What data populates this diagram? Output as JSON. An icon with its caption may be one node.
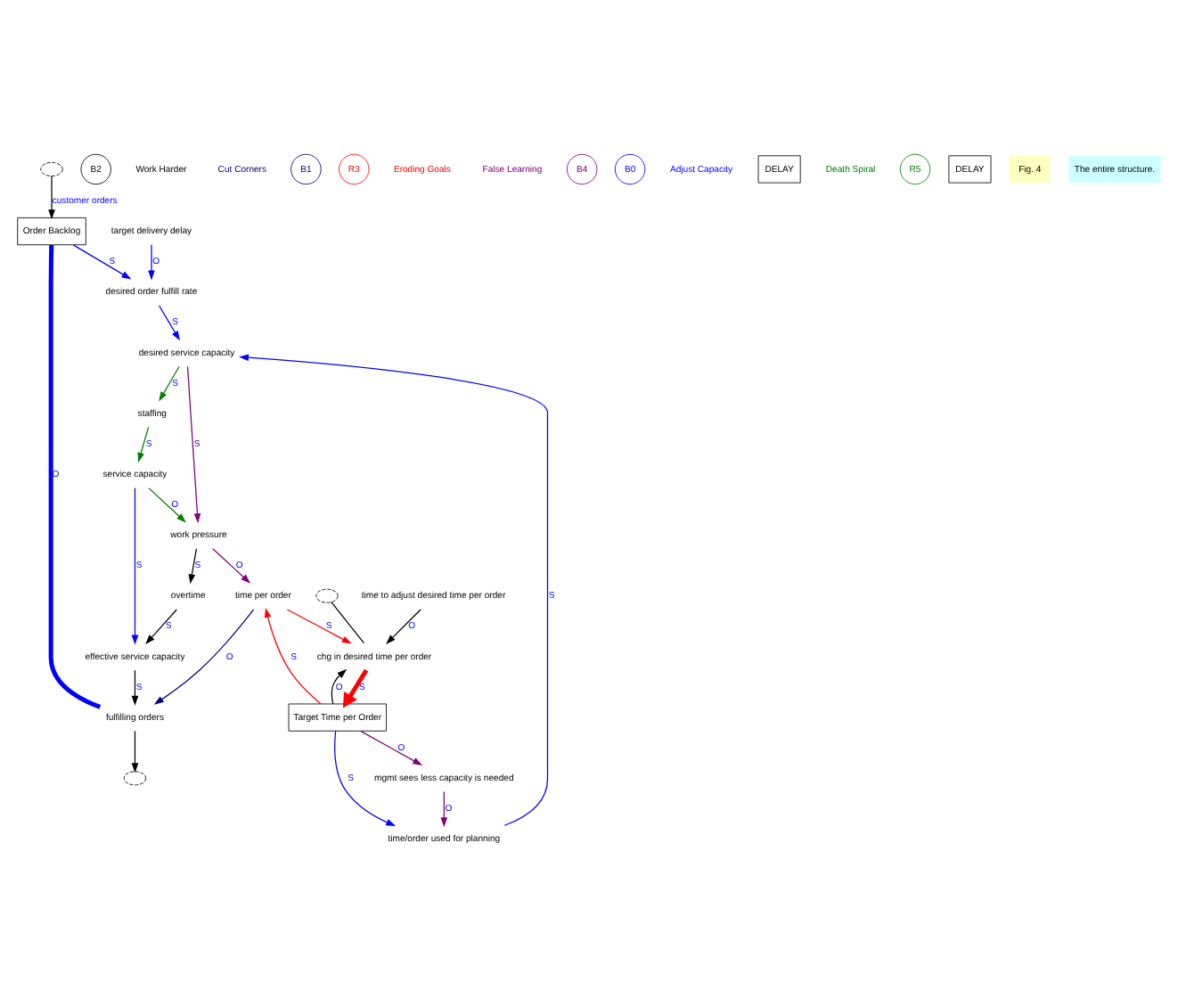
{
  "diagram": {
    "nodes": [
      {
        "text": [],
        "shape": "cloud"
      },
      {
        "text": [
          "Order Backlog"
        ]
      },
      {
        "text": [],
        "shape": "cloud"
      },
      {
        "text": [
          "target delivery delay"
        ]
      },
      {
        "text": [
          "desired order fulfill rate"
        ]
      },
      {
        "text": [
          "fulfilling orders"
        ]
      },
      {
        "text": [
          "time to adjust desired time per order"
        ]
      },
      {
        "text": [
          "Target Time per Order"
        ]
      },
      {
        "text": [
          "chg in desired time per order"
        ]
      },
      {
        "text": [],
        "shape": "cloud"
      },
      {
        "text": [
          "time/order used for planning"
        ]
      },
      {
        "text": [
          "mgmt sees less capacity is needed"
        ]
      },
      {
        "text": [
          "time per order"
        ]
      },
      {
        "text": [
          "desired service capacity"
        ]
      },
      {
        "text": [
          "effective service capacity"
        ]
      },
      {
        "text": [
          "overtime"
        ]
      },
      {
        "text": [
          "work pressure"
        ]
      },
      {
        "text": [
          "staffing"
        ]
      },
      {
        "text": [
          "service capacity"
        ]
      }
    ],
    "edges": [
      {
        "from": 0,
        "to": 1,
        "arrow": "to",
        "label": "customer orders"
      },
      {
        "from": 1,
        "to": 5,
        "arrow": "none",
        "label": "O",
        "style": "thick",
        "color": "#0000ff"
      },
      {
        "from": 5,
        "to": 2,
        "arrow": "to"
      },
      {
        "from": 1,
        "to": 4,
        "arrow": "to",
        "label": "S",
        "color": "#0000ff"
      },
      {
        "from": 3,
        "to": 4,
        "arrow": "to",
        "label": "O",
        "color": "#0000ff"
      },
      {
        "from": 6,
        "to": 8,
        "arrow": "to",
        "label": "O"
      },
      {
        "from": 9,
        "to": 8,
        "arrow": "none"
      },
      {
        "from": 8,
        "to": 7,
        "arrow": "to",
        "label": "S",
        "style": "thick",
        "color": "#ff0000"
      },
      {
        "from": 7,
        "to": 10,
        "arrow": "to",
        "label": "S",
        "color": "#0000ff"
      },
      {
        "from": 7,
        "to": 8,
        "arrow": "to",
        "label": "O"
      },
      {
        "from": 7,
        "to": 11,
        "arrow": "to",
        "label": "O",
        "color": "#800080"
      },
      {
        "from": 11,
        "to": 10,
        "arrow": "to",
        "label": "O",
        "color": "#800080"
      },
      {
        "from": 7,
        "to": 12,
        "arrow": "to",
        "label": "S",
        "color": "#ff0000"
      },
      {
        "from": 12,
        "to": 8,
        "arrow": "to",
        "label": "S",
        "color": "#ff0000"
      },
      {
        "from": 12,
        "to": 5,
        "arrow": "to",
        "label": "O",
        "color": "#000080"
      },
      {
        "from": 14,
        "to": 5,
        "arrow": "to",
        "label": "S"
      },
      {
        "from": 4,
        "to": 13,
        "arrow": "to",
        "label": "S",
        "color": "#0000ff"
      },
      {
        "from": 10,
        "to": 13,
        "arrow": "to",
        "label": "S",
        "color": "#0000ff"
      },
      {
        "from": 13,
        "to": 16,
        "arrow": "to",
        "label": "S",
        "color": "#800080"
      },
      {
        "from": 13,
        "to": 17,
        "arrow": "to",
        "label": "S",
        "color": "#008000"
      },
      {
        "from": 17,
        "to": 18,
        "arrow": "to",
        "label": "S",
        "color": "#008000"
      },
      {
        "from": 18,
        "to": 16,
        "arrow": "to",
        "label": "O",
        "color": "#008000"
      },
      {
        "from": 16,
        "to": 12,
        "arrow": "to",
        "label": "O",
        "color": "#800080"
      },
      {
        "from": 16,
        "to": 15,
        "arrow": "to",
        "label": "S"
      },
      {
        "from": 15,
        "to": 14,
        "arrow": "to",
        "label": "S"
      },
      {
        "from": 18,
        "to": 14,
        "arrow": "to",
        "label": "S",
        "color": "#0000ff"
      }
    ],
    "labels": [
      "B2",
      "Work Harder",
      "Cut Corners",
      "B1",
      "R3",
      "Eroding Goals",
      "False Learning",
      "B4",
      "B0",
      "Adjust Capacity",
      "DELAY",
      "Death Spiral",
      "R5",
      "DELAY",
      "Fig. 4",
      "The entire structure."
    ]
  }
}
